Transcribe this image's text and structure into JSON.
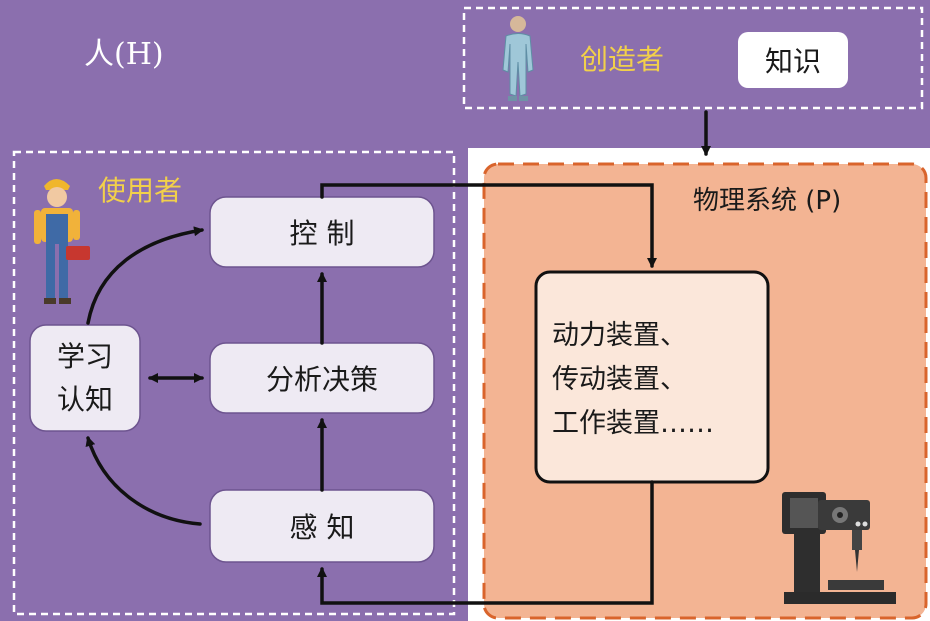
{
  "colors": {
    "purple": "#8b6fae",
    "orange_panel": "#f3b493",
    "orange_border": "#d9642c",
    "node_fill": "#eeeaf3",
    "yellow_label": "#f2d04a",
    "arrow": "#111111"
  },
  "human": {
    "label": "人(H)"
  },
  "creator": {
    "label": "创造者",
    "knowledge": "知识"
  },
  "user": {
    "label": "使用者"
  },
  "nodes": {
    "control": "控 制",
    "decision": "分析决策",
    "perception": "感 知",
    "learning_line1": "学习",
    "learning_line2": "认知"
  },
  "physical": {
    "label": "物理系统 (P)",
    "devices": [
      "动力装置、",
      "传动装置、",
      "工作装置……"
    ]
  },
  "icons": [
    "creator-person-icon",
    "worker-icon",
    "machine-tool-icon"
  ]
}
